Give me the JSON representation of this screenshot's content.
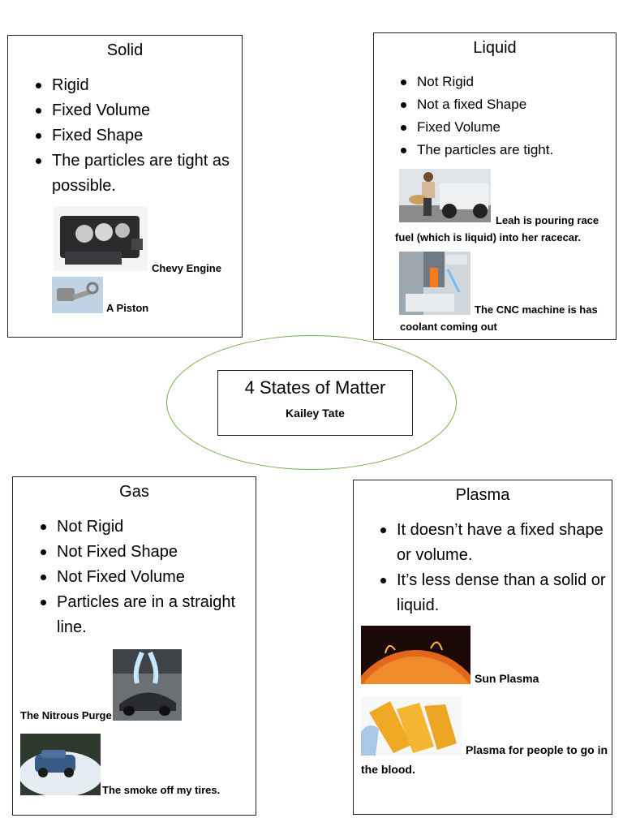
{
  "center": {
    "title": "4 States of Matter",
    "author": "Kailey Tate"
  },
  "solid": {
    "title": "Solid",
    "bullets": [
      "Rigid",
      "Fixed Volume",
      "Fixed Shape",
      "The particles are tight as possible."
    ],
    "captions": [
      "Chevy Engine",
      "A Piston"
    ]
  },
  "liquid": {
    "title": "Liquid",
    "bullets": [
      "Not Rigid",
      "Not a fixed Shape",
      "Fixed Volume",
      "The particles are tight."
    ],
    "captions": [
      "Leah is pouring race fuel (which is liquid) into her racecar.",
      "The CNC machine is has coolant coming out"
    ]
  },
  "gas": {
    "title": "Gas",
    "bullets": [
      "Not Rigid",
      "Not Fixed Shape",
      "Not Fixed Volume",
      "Particles are in a straight line."
    ],
    "captions": [
      "The Nitrous Purge",
      "The smoke off my tires."
    ]
  },
  "plasma": {
    "title": "Plasma",
    "bullets": [
      "It doesn’t have a fixed shape or volume.",
      "It’s less dense than a solid or liquid."
    ],
    "captions": [
      "Sun Plasma",
      "Plasma for people to go in the blood."
    ]
  },
  "colors": {
    "ellipse_border": "#77b34b",
    "box_border": "#222222"
  }
}
